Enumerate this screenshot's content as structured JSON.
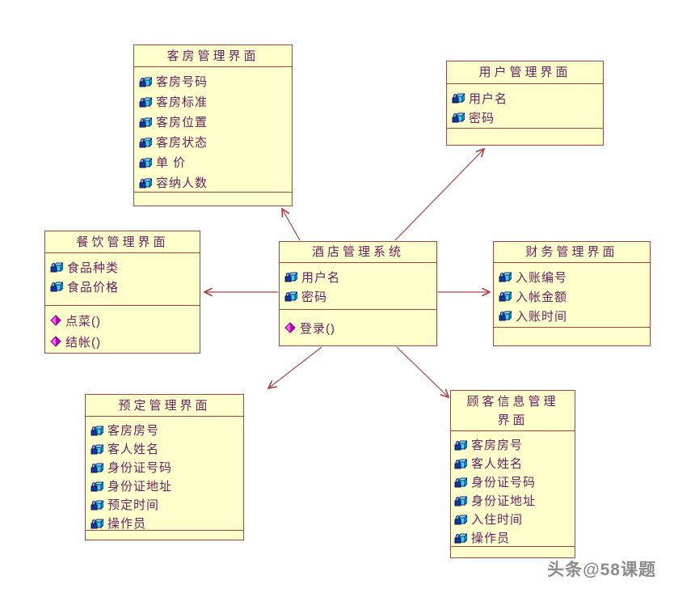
{
  "watermark": "头条@58课题",
  "colors": {
    "box_fill": "#FFFFCC",
    "line": "#A94442",
    "text": "#6F2062",
    "attr_icon_fill": "#3FD0F5",
    "attr_icon_lock": "#1337A0",
    "op_icon_fill": "#C000C0"
  },
  "icons": {
    "attribute": "private-attribute-lock-icon",
    "operation": "operation-diamond-icon"
  },
  "classes": [
    {
      "title": "客房管理界面",
      "attributes": [
        "客房号码",
        "客房标准",
        "客房位置",
        "客房状态",
        "单 价",
        "容纳人数"
      ],
      "operations": []
    },
    {
      "title": "用户管理界面",
      "attributes": [
        "用户名",
        "密码"
      ],
      "operations": []
    },
    {
      "title": "餐饮管理界面",
      "attributes": [
        "食品种类",
        "食品价格"
      ],
      "operations": [
        "点菜()",
        "结帐()"
      ]
    },
    {
      "title": "酒店管理系统",
      "attributes": [
        "用户名",
        "密码"
      ],
      "operations": [
        "登录()"
      ]
    },
    {
      "title": "财务管理界面",
      "attributes": [
        "入账编号",
        "入帐金额",
        "入账时间"
      ],
      "operations": []
    },
    {
      "title": "预定管理界面",
      "attributes": [
        "客房房号",
        "客人姓名",
        "身份证号码",
        "身份证地址",
        "预定时间",
        "操作员"
      ],
      "operations": []
    },
    {
      "title": "顾客信息管理界面",
      "attributes": [
        "客房房号",
        "客人姓名",
        "身份证号码",
        "身份证地址",
        "入住时间",
        "操作员"
      ],
      "operations": []
    }
  ]
}
